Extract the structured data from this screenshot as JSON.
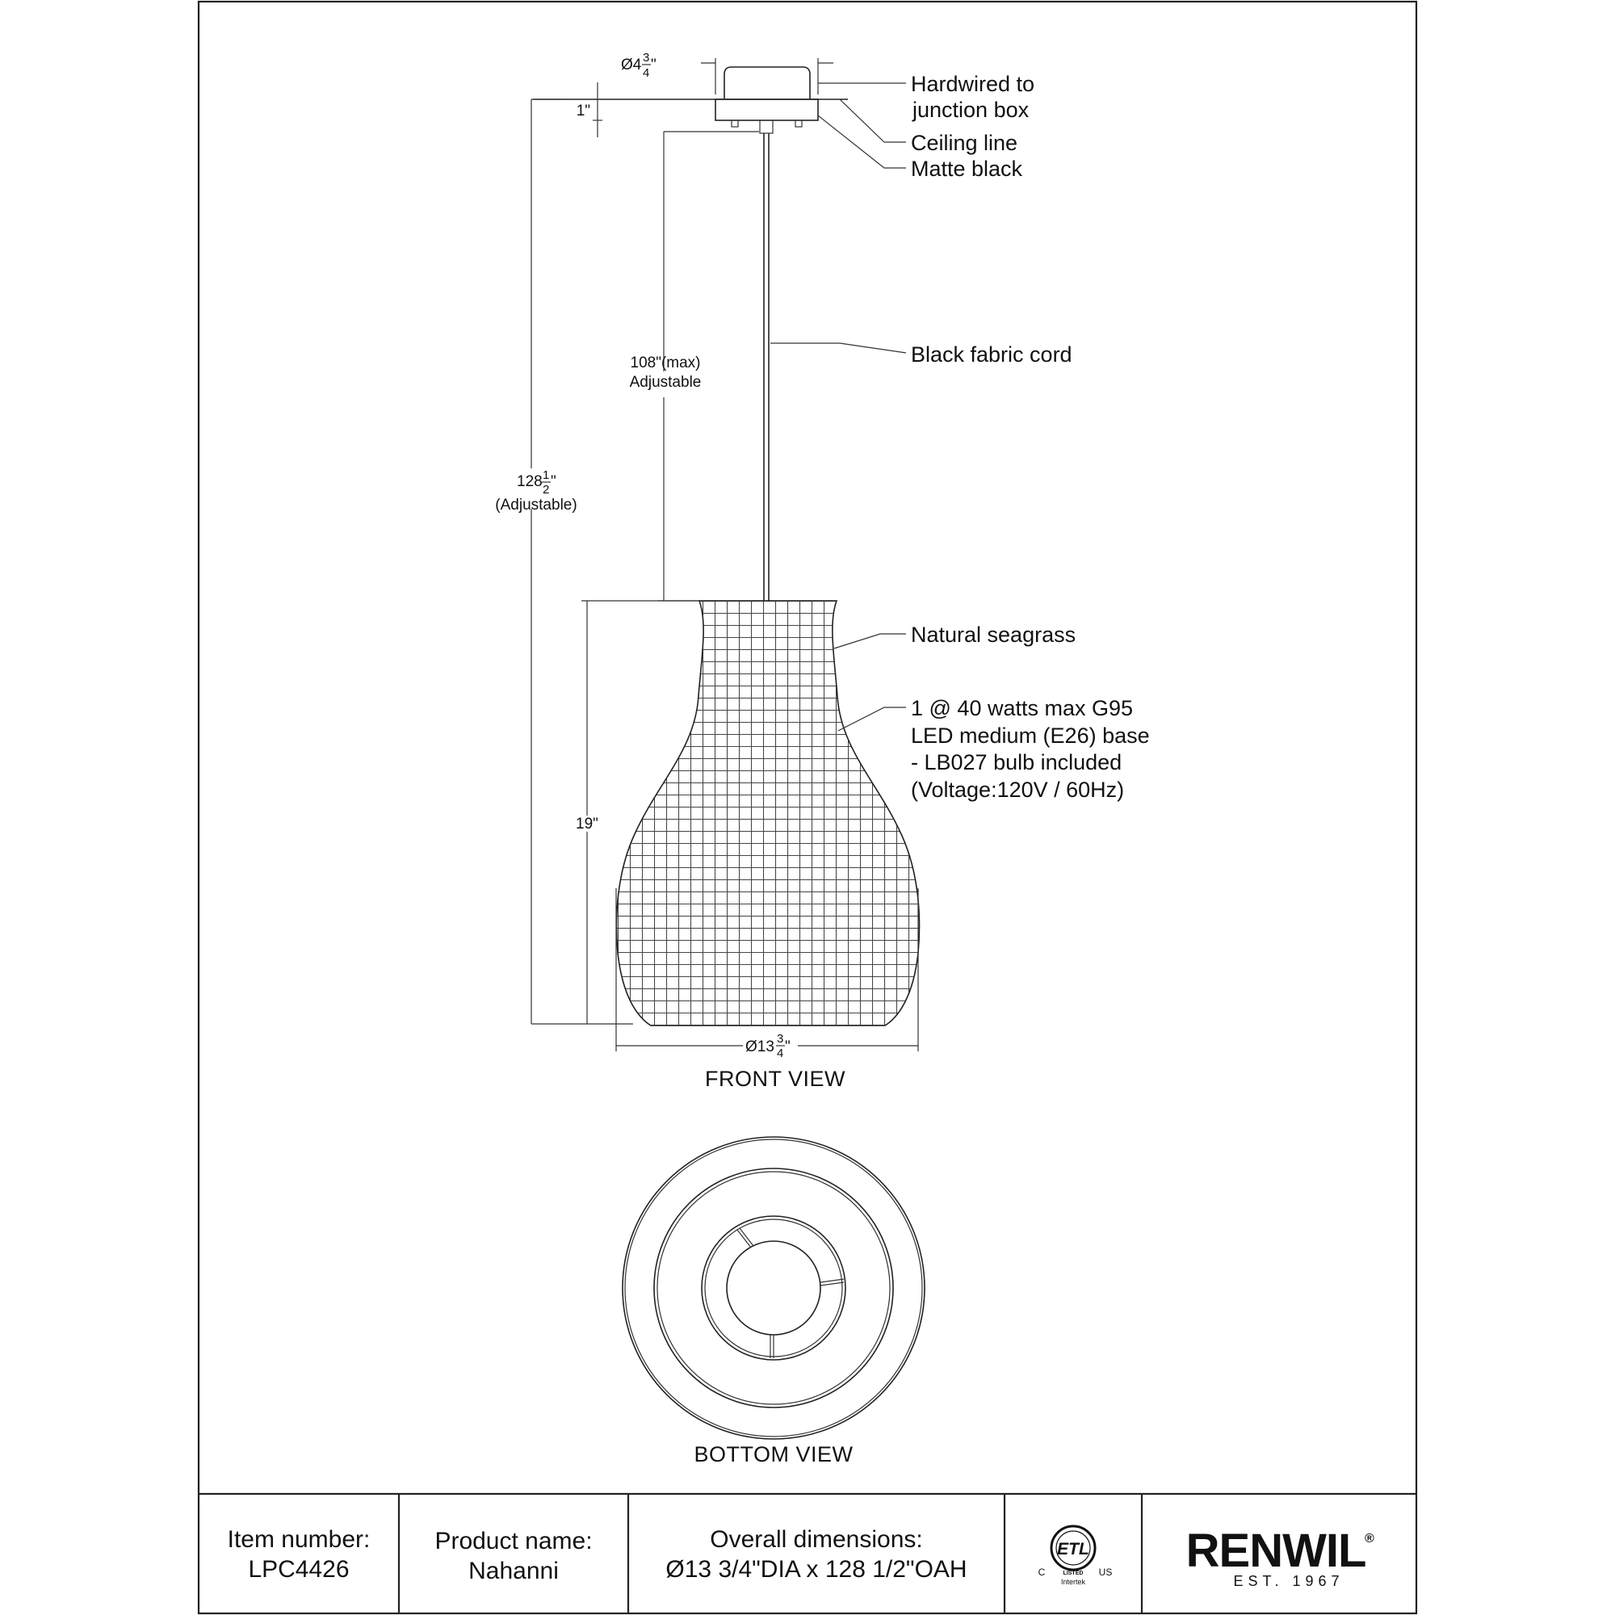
{
  "callouts": {
    "hardwired": [
      "Hardwired to",
      "junction box"
    ],
    "ceiling_line": "Ceiling line",
    "matte_black": "Matte black",
    "cord": "Black fabric cord",
    "shade": "Natural seagrass",
    "bulb": [
      "1 @ 40 watts max G95",
      "LED medium (E26) base",
      "- LB027 bulb included",
      "(Voltage:120V / 60Hz)"
    ]
  },
  "dimensions": {
    "canopy_dia": {
      "prefix": "Ø4",
      "num": "3",
      "den": "4",
      "suffix": "\""
    },
    "canopy_height": "1\"",
    "cord_length": [
      "108\"(max)",
      "Adjustable"
    ],
    "overall_height": {
      "prefix": "128",
      "num": "1",
      "den": "2",
      "suffix": "\"",
      "note": "(Adjustable)"
    },
    "shade_height": "19\"",
    "shade_dia": {
      "prefix": "Ø13",
      "num": "3",
      "den": "4",
      "suffix": "\""
    }
  },
  "views": {
    "front": "FRONT VIEW",
    "bottom": "BOTTOM VIEW"
  },
  "title_block": {
    "item_label": "Item number:",
    "item_value": "LPC4426",
    "product_label": "Product name:",
    "product_value": "Nahanni",
    "dims_label": "Overall dimensions:",
    "dims_value": "Ø13 3/4\"DIA x 128 1/2\"OAH"
  },
  "certification": {
    "left": "C",
    "right": "US",
    "below": "Intertek",
    "seal": "ETL",
    "arc": "LISTED"
  },
  "brand": {
    "name": "RENWIL",
    "registered": "®",
    "tagline": "EST. 1967"
  }
}
